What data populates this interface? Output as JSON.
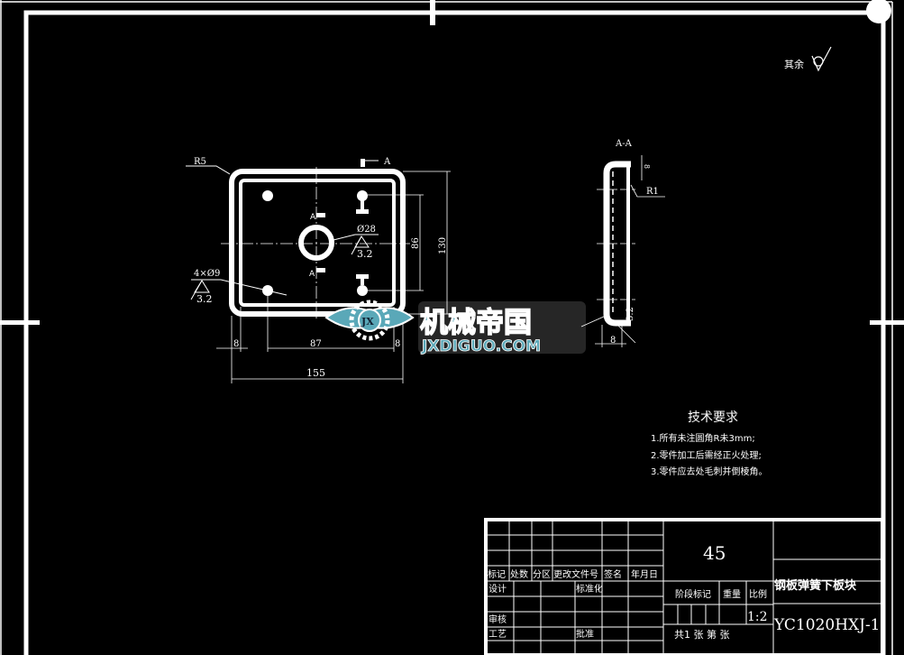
{
  "roughness": {
    "label": "其余",
    "symbol": "roughness-check-icon"
  },
  "main_view": {
    "radius_label": "R5",
    "section_mark": "A",
    "section_mark_low": "A",
    "hole_center_label": "Ø28",
    "hole_center_roughness": "3.2",
    "holes_label": "4×Ø9",
    "holes_roughness": "3.2",
    "dim_86": "86",
    "dim_130": "130",
    "dim_8_left": "8",
    "dim_87": "87",
    "dim_8_right": "8",
    "dim_155": "155"
  },
  "section_view": {
    "title": "A-A",
    "dim_top": "8",
    "radius_label": "R1",
    "dim_bottom": "8",
    "roughness": "3.2"
  },
  "watermark": {
    "cn": "机械帝国",
    "en": "JXDIGUO.COM",
    "badge": "JX"
  },
  "tech_requirements": {
    "title": "技术要求",
    "items": [
      "1.所有未注圆角R未3mm;",
      "2.零件加工后需经正火处理;",
      "3.零件应去处毛刺并倒棱角。"
    ]
  },
  "title_block": {
    "material": "45",
    "part_name": "钢板弹簧下板块",
    "drawing_no": "YC1020HXJ-1",
    "headers": [
      "标记",
      "处数",
      "分区",
      "更改文件号",
      "签名",
      "年月日"
    ],
    "design": "设计",
    "standardization": "标准化",
    "review": "审核",
    "process": "工艺",
    "approve": "批准",
    "stage_mark": "阶段标记",
    "weight": "重量",
    "scale_label": "比例",
    "scale": "1:2",
    "sheets": "共1 张 第 张"
  }
}
